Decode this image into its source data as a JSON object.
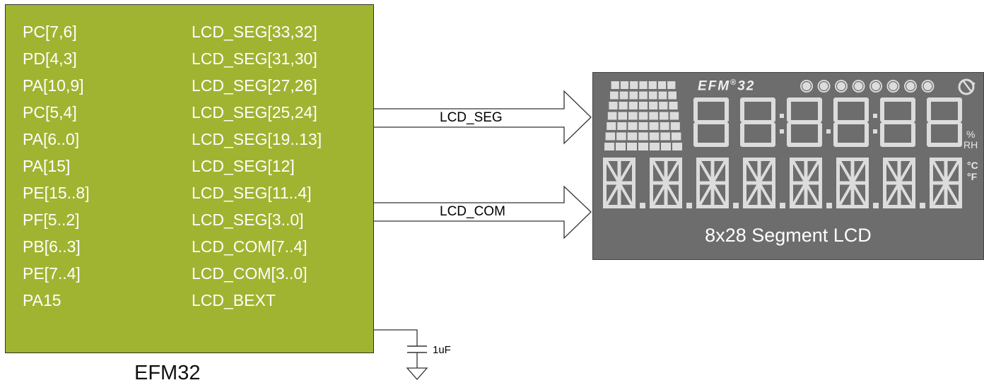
{
  "chip": {
    "name": "EFM32",
    "pins": [
      {
        "port": "PC[7,6]",
        "func": "LCD_SEG[33,32]"
      },
      {
        "port": "PD[4,3]",
        "func": "LCD_SEG[31,30]"
      },
      {
        "port": "PA[10,9]",
        "func": "LCD_SEG[27,26]"
      },
      {
        "port": "PC[5,4]",
        "func": "LCD_SEG[25,24]"
      },
      {
        "port": "PA[6..0]",
        "func": "LCD_SEG[19..13]"
      },
      {
        "port": "PA[15]",
        "func": "LCD_SEG[12]"
      },
      {
        "port": "PE[15..8]",
        "func": "LCD_SEG[11..4]"
      },
      {
        "port": "PF[5..2]",
        "func": "LCD_SEG[3..0]"
      },
      {
        "port": "PB[6..3]",
        "func": "LCD_COM[7..4]"
      },
      {
        "port": "PE[7..4]",
        "func": "LCD_COM[3..0]"
      },
      {
        "port": "PA15",
        "func": "LCD_BEXT"
      }
    ],
    "color": "#a0b431"
  },
  "buses": {
    "seg_label": "LCD_SEG",
    "com_label": "LCD_COM"
  },
  "capacitor": {
    "label": "1uF"
  },
  "lcd": {
    "title": "8x28 Segment LCD",
    "brand": "EFM",
    "brand_sup": "®",
    "brand_suffix": "32",
    "units": {
      "percent": "%",
      "rh": "RH",
      "celsius": "°C",
      "fahrenheit": "°F"
    },
    "color": "#6d6d6d",
    "segment_color": "#dcdcdc",
    "logo_icon": "gecko-icon"
  }
}
